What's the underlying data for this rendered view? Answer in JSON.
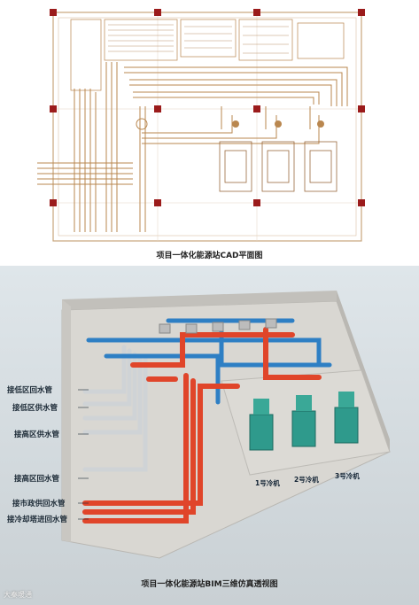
{
  "cad": {
    "caption": "项目一体化能源站CAD平面图"
  },
  "bim": {
    "caption": "项目一体化能源站BIM三维仿真透视图",
    "pipe_labels": [
      "接低区回水管",
      "接低区供水管",
      "接高区供水管",
      "接高区回水管",
      "接市政供回水管",
      "接冷却塔进回水管"
    ],
    "chiller_labels": [
      "1号冷机",
      "2号冷机",
      "3号冷机"
    ]
  },
  "watermark": "大秦暖通",
  "colors": {
    "cad_line": "#b9874f",
    "cad_column": "#9b1b1b",
    "supply_pipe": "#e0452a",
    "return_pipe": "#2e7fc4",
    "chiller": "#2f9a8c",
    "floor": "#d8d6d1"
  }
}
